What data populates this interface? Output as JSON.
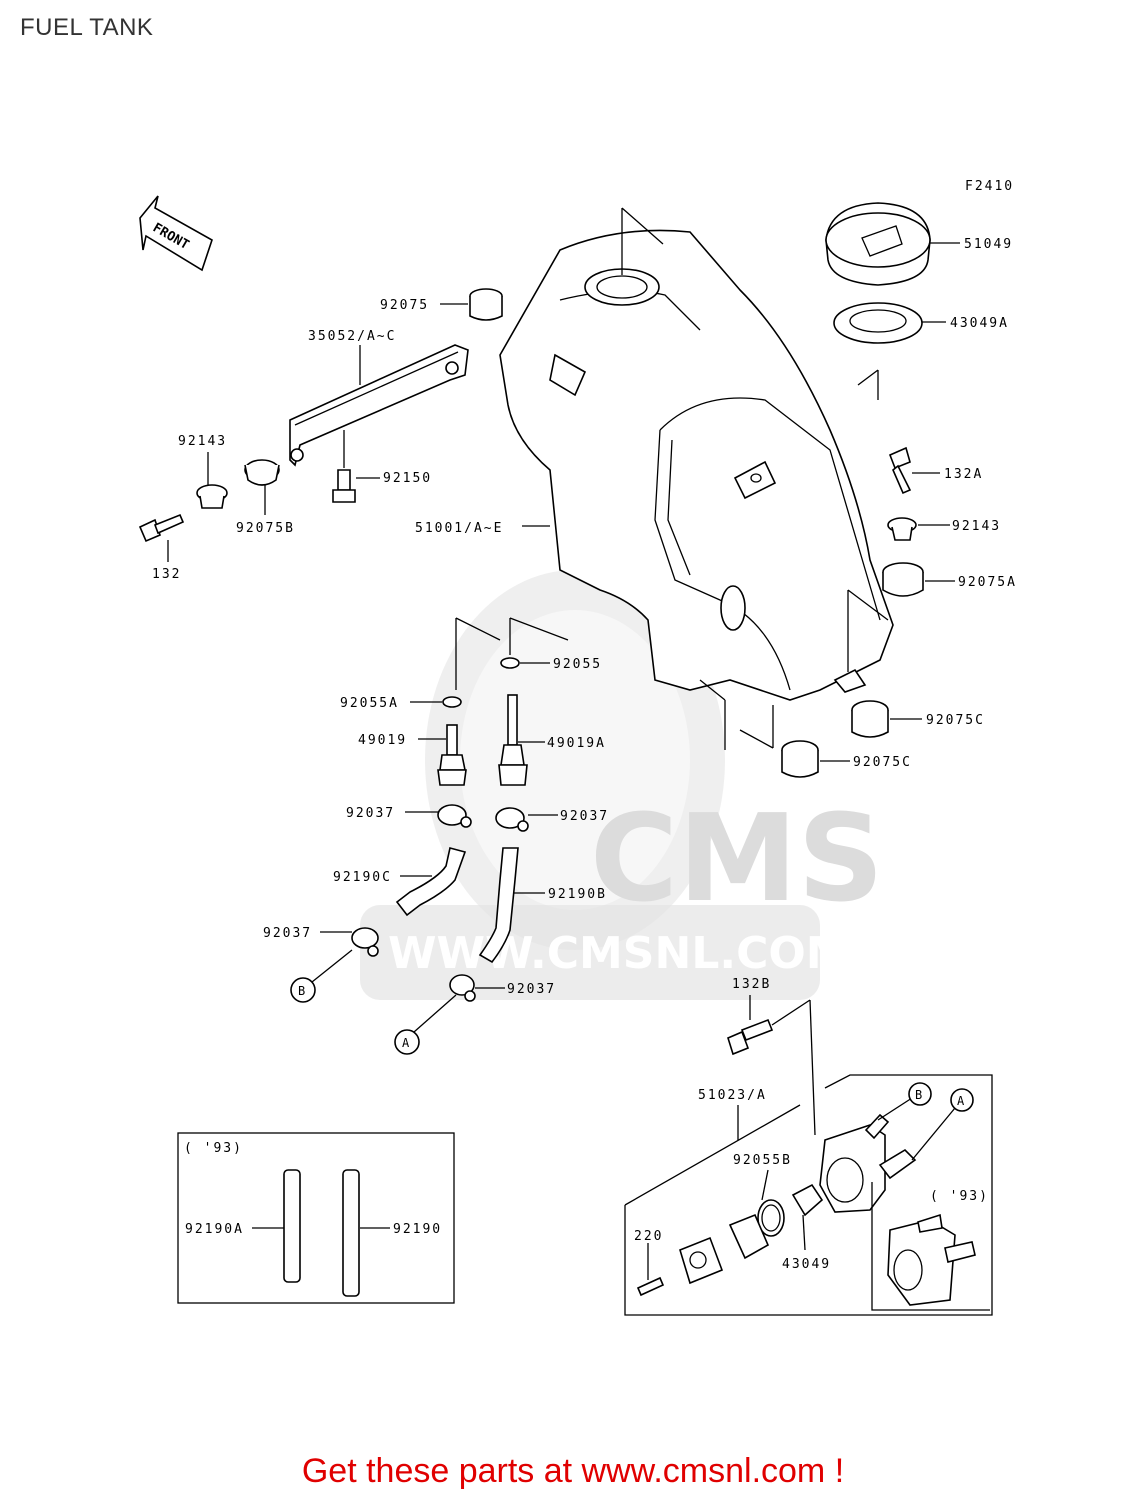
{
  "title": "FUEL TANK",
  "figure_code": "F2410",
  "front_label": "FRONT",
  "watermark": {
    "brand": "CMS",
    "url": "WWW.CMSNL.COM"
  },
  "parts": {
    "p51049": "51049",
    "p43049A": "43049A",
    "p92075": "92075",
    "p35052": "35052/A~C",
    "p92143_left": "92143",
    "p92150": "92150",
    "p92075B": "92075B",
    "p132": "132",
    "p51001": "51001/A~E",
    "p132A": "132A",
    "p92143_right": "92143",
    "p92075A": "92075A",
    "p92055": "92055",
    "p92055A": "92055A",
    "p49019": "49019",
    "p49019A": "49019A",
    "p92075C_1": "92075C",
    "p92075C_2": "92075C",
    "p92037_1": "92037",
    "p92037_2": "92037",
    "p92190C": "92190C",
    "p92190B": "92190B",
    "p92037_3": "92037",
    "p92037_4": "92037",
    "p132B": "132B",
    "p51023": "51023/A",
    "p92055B": "92055B",
    "p220": "220",
    "p43049": "43049",
    "p92190A": "92190A",
    "p92190": "92190"
  },
  "callouts": {
    "a": "A",
    "b": "B"
  },
  "inset_93_left": "( '93)",
  "inset_93_right": "( '93)",
  "footer_text": "Get these parts at www.cmsnl.com !"
}
